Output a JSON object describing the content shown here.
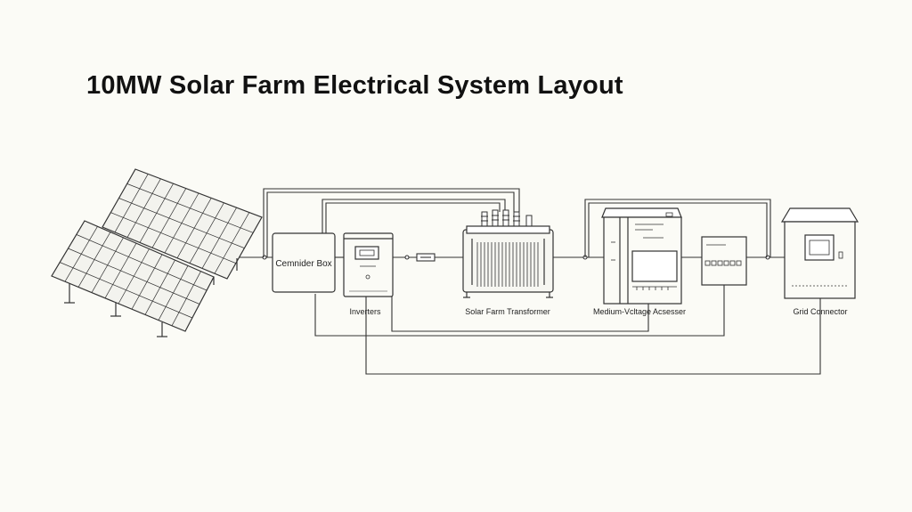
{
  "title": "10MW Solar Farm Electrical System Layout",
  "labels": {
    "combiner": "Cemnider Box",
    "inverters": "Inverters",
    "transformer": "Solar Farm Transformer",
    "mv": "Medium-Vcltage Acsesser",
    "grid": "Grid Connector"
  },
  "icons": [
    "solar-panel-array-icon",
    "combiner-box-icon",
    "inverter-icon",
    "transformer-icon",
    "medium-voltage-cabinet-icon",
    "breaker-panel-icon",
    "grid-connector-icon"
  ]
}
